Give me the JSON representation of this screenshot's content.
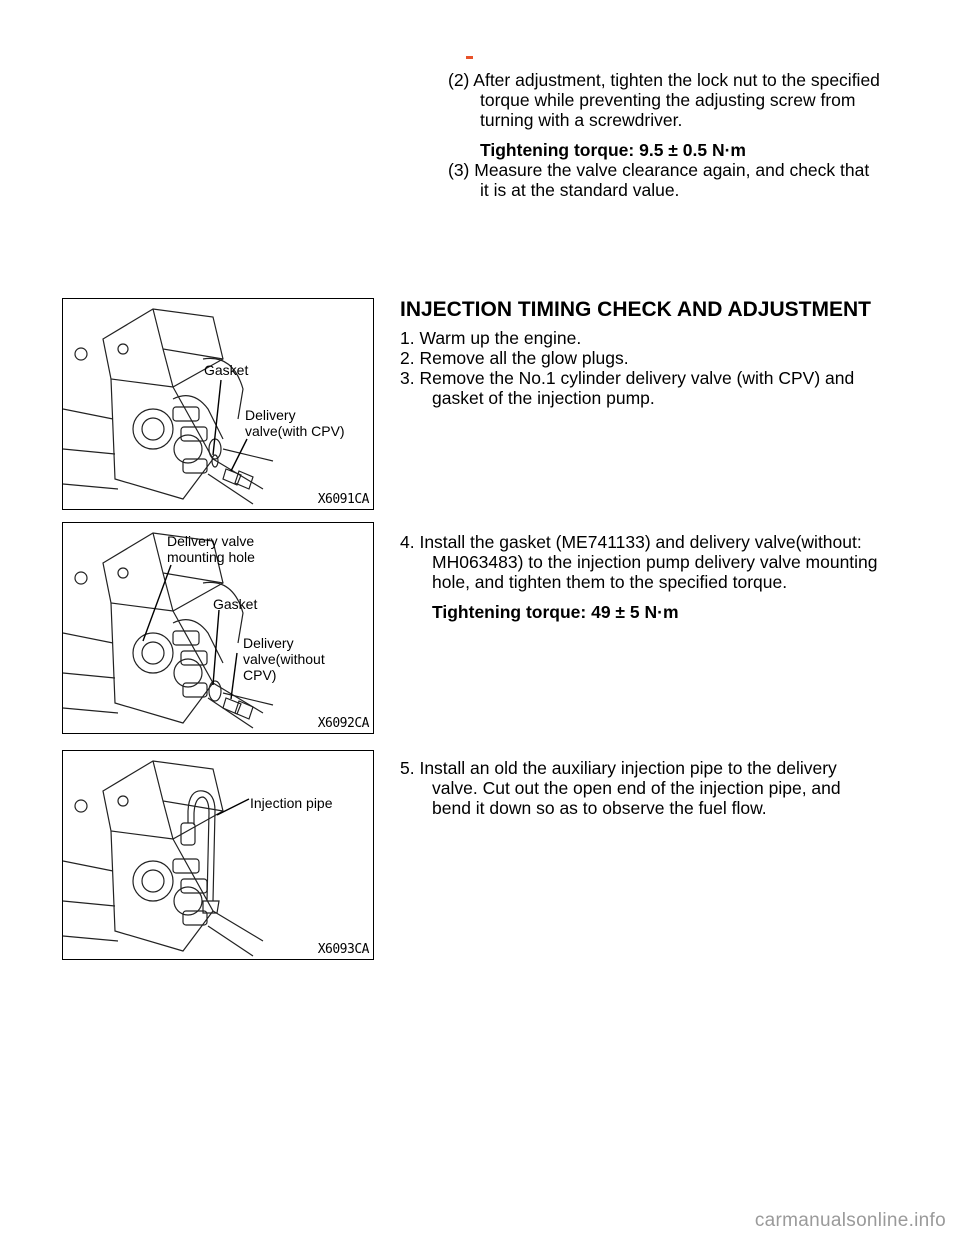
{
  "step2": {
    "line1": "(2)  After adjustment, tighten the lock nut to the specified",
    "line2": "torque while preventing the adjusting screw from",
    "line3": "turning with a screwdriver."
  },
  "torque1": "Tightening torque: 9.5 ± 0.5 N·m",
  "step3": {
    "line1": "(3)  Measure the valve clearance again, and check that",
    "line2": "it is at the standard value."
  },
  "heading": "INJECTION TIMING CHECK AND ADJUSTMENT",
  "steps_a": [
    "1.  Warm up the engine.",
    "2.  Remove all the glow plugs.",
    "3.  Remove the No.1 cylinder delivery valve (with CPV) and"
  ],
  "step3_cont": "gasket of the injection pump.",
  "step4": {
    "line1": "4.  Install the gasket (ME741133) and delivery valve(without:",
    "line2": "MH063483) to the injection pump delivery valve mounting",
    "line3": "hole, and tighten them to the specified torque."
  },
  "torque2": "Tightening torque: 49 ± 5 N·m",
  "step5": {
    "line1": "5.  Install an old the auxiliary injection pipe to the delivery",
    "line2": "valve. Cut out the open end of the injection pipe, and",
    "line3": "bend it down so as to observe the fuel flow."
  },
  "figures": [
    {
      "code": "X6091CA",
      "labels": [
        "Gasket",
        "Delivery",
        "valve(with CPV)"
      ]
    },
    {
      "code": "X6092CA",
      "labels": [
        "Delivery valve",
        "mounting hole",
        "Gasket",
        "Delivery",
        "valve(without",
        "CPV)"
      ]
    },
    {
      "code": "X6093CA",
      "labels": [
        "Injection pipe"
      ]
    }
  ],
  "footer": "carmanualsonline.info"
}
